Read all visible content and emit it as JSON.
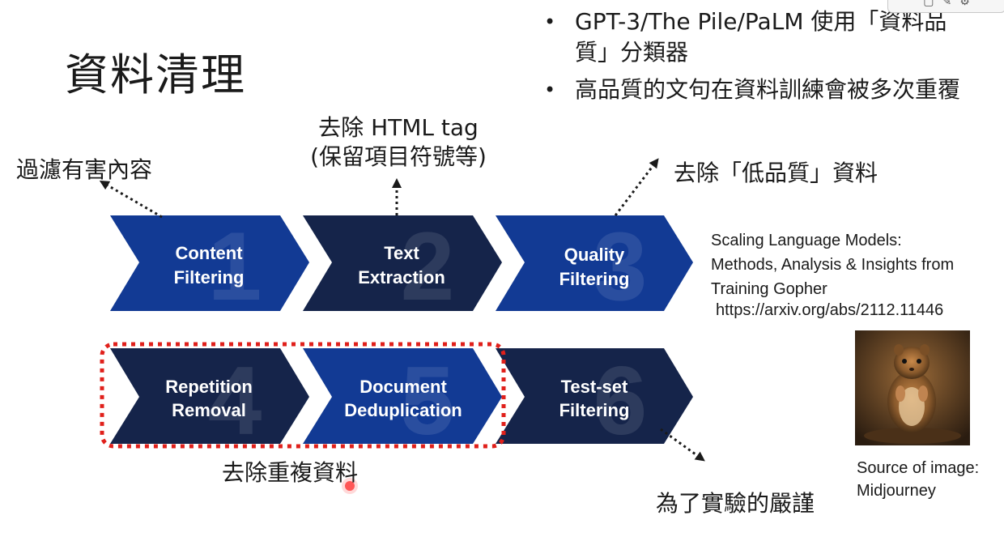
{
  "title": "資料清理",
  "bullets": [
    "GPT-3/The Pile/PaLM 使用「資料品質」分類器",
    "高品質的文句在資料訓練會被多次重覆"
  ],
  "annotations": {
    "harmful": "過濾有害內容",
    "html_line1": "去除 HTML tag",
    "html_line2": "(保留項目符號等)",
    "low_quality": "去除「低品質」資料",
    "dedup": "去除重複資料",
    "rigor": "為了實驗的嚴謹"
  },
  "steps": [
    {
      "num": "1",
      "line1": "Content",
      "line2": "Filtering",
      "color": "#123a94"
    },
    {
      "num": "2",
      "line1": "Text",
      "line2": "Extraction",
      "color": "#15244a"
    },
    {
      "num": "3",
      "line1": "Quality",
      "line2": "Filtering",
      "color": "#123a94"
    },
    {
      "num": "4",
      "line1": "Repetition",
      "line2": "Removal",
      "color": "#15244a"
    },
    {
      "num": "5",
      "line1": "Document",
      "line2": "Deduplication",
      "color": "#123a94"
    },
    {
      "num": "6",
      "line1": "Test-set",
      "line2": "Filtering",
      "color": "#15244a"
    }
  ],
  "reference": {
    "lines": [
      "Scaling Language Models:",
      "Methods, Analysis & Insights from",
      "Training Gopher"
    ],
    "url": "https://arxiv.org/abs/2112.11446"
  },
  "image_credit": {
    "line1": "Source of image:",
    "line2": "Midjourney"
  },
  "colors": {
    "dark_navy": "#15244a",
    "royal_blue": "#123a94",
    "highlight_red": "#e0201b"
  }
}
